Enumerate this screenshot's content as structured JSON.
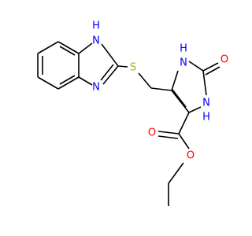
{
  "colors": {
    "background": "#ffffff",
    "bond": "#000000",
    "nitrogen": "#0000ff",
    "oxygen": "#ff0000",
    "sulfur": "#b2b200"
  },
  "atoms": {
    "nh_benzimidazole": "H",
    "nh_benzimidazole_n": "N",
    "n_benzimidazole": "N",
    "s_thioether": "S",
    "nh_imidazolone_top": "N",
    "nh_imidazolone_top_h": "H",
    "o_carbonyl_ring": "O",
    "nh_imidazolone_bottom": "N",
    "nh_imidazolone_bottom_h": "H",
    "o_ester_carbonyl": "O",
    "o_ester_ether": "O"
  }
}
